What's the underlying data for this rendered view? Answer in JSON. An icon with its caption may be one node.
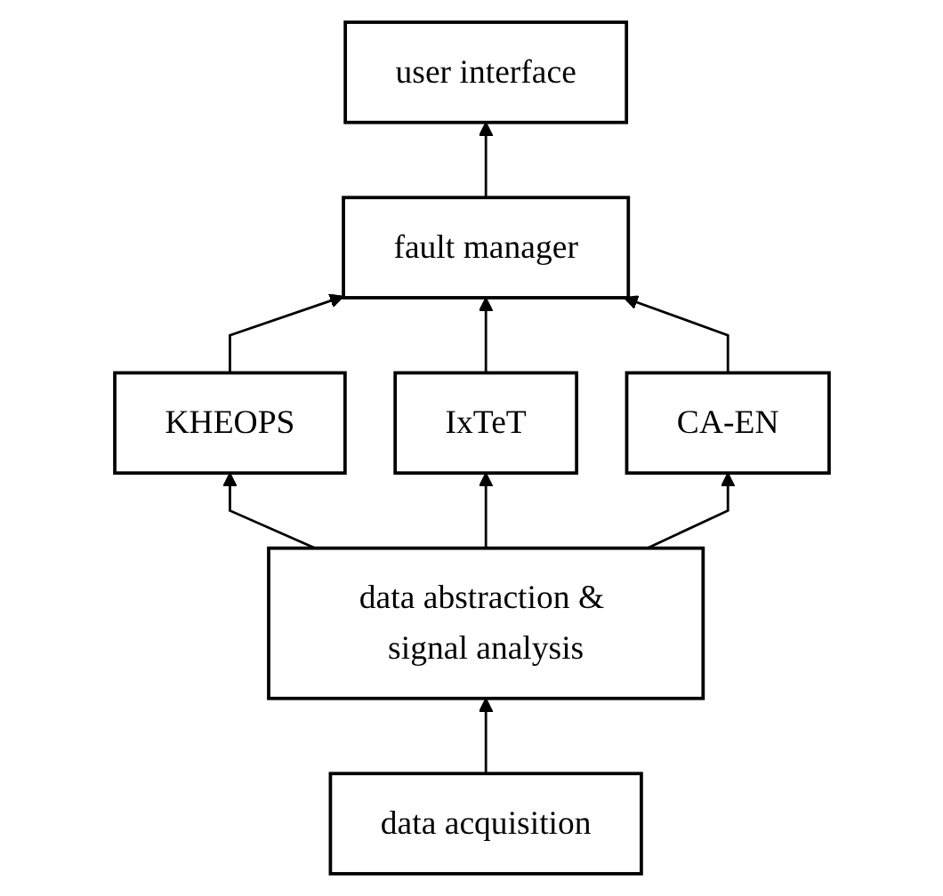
{
  "diagram": {
    "nodes": [
      {
        "text": [
          "user interface"
        ]
      },
      {
        "text": [
          "fault manager"
        ]
      },
      {
        "text": [
          "KHEOPS"
        ]
      },
      {
        "text": [
          "IxTeT"
        ]
      },
      {
        "text": [
          "CA-EN"
        ]
      },
      {
        "text": [
          "data abstraction & signal analysis"
        ]
      },
      {
        "text": [
          "data acquisition"
        ]
      }
    ],
    "edges": [
      {
        "from": 1,
        "to": 0,
        "arrow": "to"
      },
      {
        "from": 2,
        "to": 1,
        "arrow": "to"
      },
      {
        "from": 3,
        "to": 1,
        "arrow": "to"
      },
      {
        "from": 4,
        "to": 1,
        "arrow": "to"
      },
      {
        "from": 5,
        "to": 2,
        "arrow": "to"
      },
      {
        "from": 5,
        "to": 3,
        "arrow": "to"
      },
      {
        "from": 5,
        "to": 4,
        "arrow": "to"
      },
      {
        "from": 6,
        "to": 5,
        "arrow": "to"
      }
    ]
  }
}
